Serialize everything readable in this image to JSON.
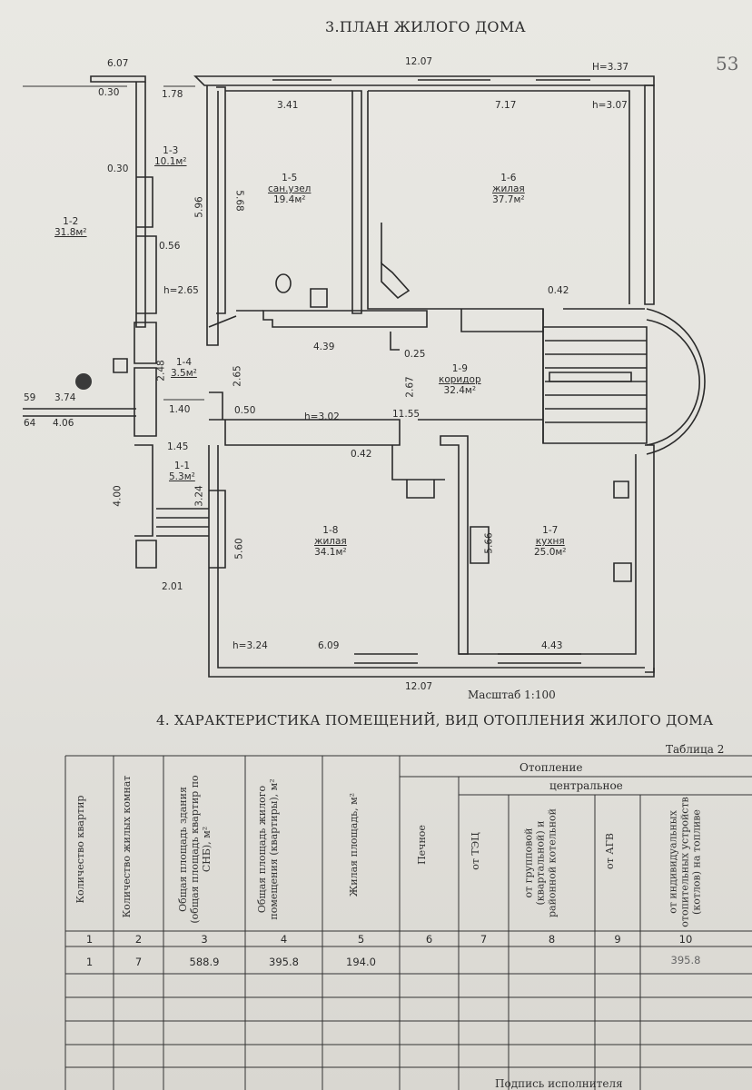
{
  "plan": {
    "title": "3.ПЛАН ЖИЛОГО ДОМА",
    "corner_mark": "53",
    "scale": "Масштаб 1:100",
    "dims": {
      "top_total": "12.07",
      "bottom_total": "12.07",
      "top_left": "6.07",
      "H_height": "H=3.37",
      "h_height_top": "h=3.07",
      "d030a": "0.30",
      "d178": "1.78",
      "d341": "3.41",
      "d717": "7.17",
      "d030b": "0.30",
      "d056": "0.56",
      "d568": "5.68",
      "d596": "5.96",
      "h265": "h=2.65",
      "d042a": "0.42",
      "d439": "4.39",
      "d025": "0.25",
      "d248": "2.48",
      "d265": "2.65",
      "d267": "2.67",
      "d059": "59",
      "d374": "3.74",
      "d064": "64",
      "d406": "4.06",
      "d140": "1.40",
      "d050": "0.50",
      "h302": "h=3.02",
      "d1155": "11.55",
      "d145": "1.45",
      "d042b": "0.42",
      "d400": "4.00",
      "d324": "3.24",
      "d560": "5.60",
      "d566": "5.66",
      "d201": "2.01",
      "h324": "h=3.24",
      "d609": "6.09",
      "d443": "4.43"
    },
    "rooms": [
      {
        "num": "1-3",
        "name": "",
        "area": "10.1м²"
      },
      {
        "num": "1-2",
        "name": "",
        "area": "31.8м²"
      },
      {
        "num": "1-5",
        "name": "сан.узел",
        "area": "19.4м²"
      },
      {
        "num": "1-6",
        "name": "жилая",
        "area": "37.7м²"
      },
      {
        "num": "1-4",
        "name": "",
        "area": "3.5м²"
      },
      {
        "num": "1-9",
        "name": "коридор",
        "area": "32.4м²"
      },
      {
        "num": "1-1",
        "name": "",
        "area": "5.3м²"
      },
      {
        "num": "1-8",
        "name": "жилая",
        "area": "34.1м²"
      },
      {
        "num": "1-7",
        "name": "кухня",
        "area": "25.0м²"
      }
    ]
  },
  "section4": {
    "title": "4. ХАРАКТЕРИСТИКА ПОМЕЩЕНИЙ, ВИД ОТОПЛЕНИЯ ЖИЛОГО ДОМА",
    "table_label": "Таблица 2",
    "headers": {
      "c1": "Количество квартир",
      "c2": "Количество жилых комнат",
      "c3": "Общая площадь здания (общая площадь квартир по СНБ), м²",
      "c4": "Общая площадь жилого помещения (квартиры), м²",
      "c5": "Жилая площадь, м²",
      "heating": "Отопление",
      "central": "центральное",
      "c6": "Печное",
      "c7": "от ТЭЦ",
      "c8": "от групповой (квартальной) и районной котельной",
      "c9": "от АГВ",
      "c10": "от индивидуальных отопительных устройств (котлов) на топливе"
    },
    "col_numbers": [
      "1",
      "2",
      "3",
      "4",
      "5",
      "6",
      "7",
      "8",
      "9",
      "10"
    ],
    "row": [
      "1",
      "7",
      "588.9",
      "395.8",
      "194.0",
      "",
      "",
      "",
      "",
      "395.8"
    ]
  },
  "footer": {
    "signature": "Подпись исполнителя"
  }
}
